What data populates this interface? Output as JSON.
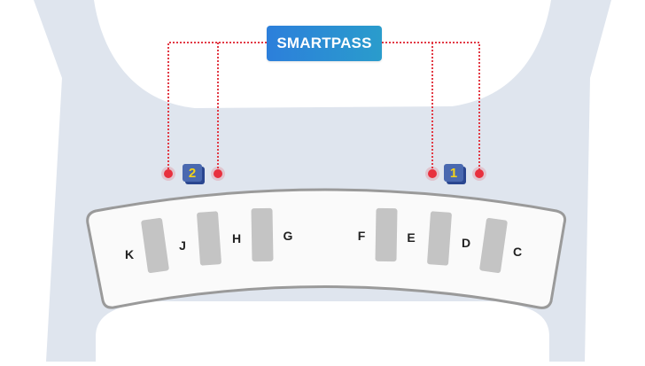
{
  "diagram": {
    "colors": {
      "floor": "#dfe5ee",
      "background": "#ffffff",
      "connector": "#e23a45",
      "dot": "#e8303e",
      "badge_fill": "#4a69b0",
      "badge_shadow": "#2a4690",
      "badge_text": "#f2d21a",
      "counter_fill": "#fafafa",
      "counter_stroke": "#9a9a9a",
      "lane_fill": "#c4c4c4",
      "button_gradient_start": "#2c7fdb",
      "button_gradient_end": "#2a9ccc"
    },
    "smartpass": {
      "label": "SMARTPASS"
    },
    "gates": [
      {
        "id": "gate-2",
        "label": "2"
      },
      {
        "id": "gate-1",
        "label": "1"
      }
    ],
    "lanes": [
      "K",
      "J",
      "H",
      "G",
      "F",
      "E",
      "D",
      "C"
    ]
  }
}
